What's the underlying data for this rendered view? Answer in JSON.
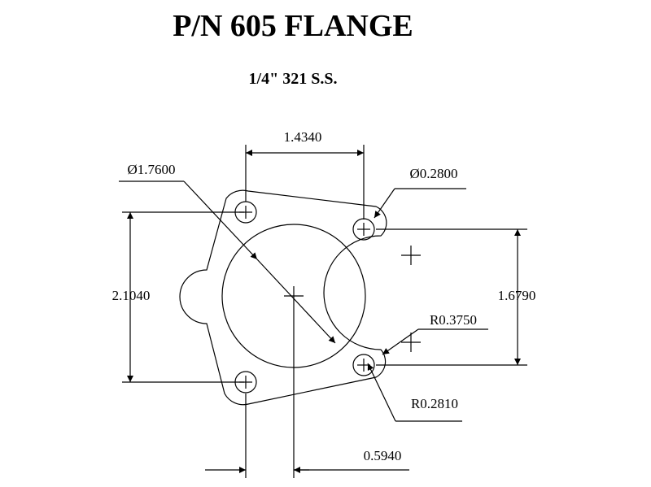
{
  "title": "P/N 605 FLANGE",
  "subtitle": "1/4\" 321 S.S.",
  "dimensions": {
    "bolt_spacing_horizontal": "1.4340",
    "bore_diameter": "Ø1.7600",
    "bolt_hole_diameter": "Ø0.2800",
    "bolt_spacing_vertical_left": "2.1040",
    "bolt_spacing_vertical_right": "1.6790",
    "notch_radius": "R0.3750",
    "corner_radius": "R0.2810",
    "bottom_offset": "0.5940"
  }
}
